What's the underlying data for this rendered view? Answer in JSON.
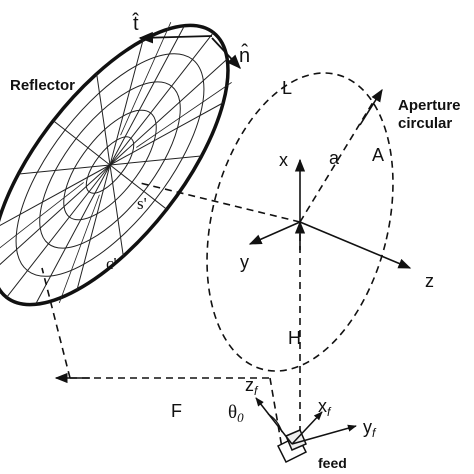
{
  "labels": {
    "t_hat": "t̂",
    "n_hat": "n̂",
    "reflector": "Reflector",
    "L": "L",
    "aperture_line1": "Aperture",
    "aperture_line2": "circular",
    "x": "x",
    "a": "a",
    "A": "A",
    "s": "s'",
    "c": "c'",
    "y": "y",
    "z": "z",
    "H": "H",
    "F": "F",
    "theta0": "θ",
    "theta0_sub": "0",
    "zf": "z",
    "zf_sub": "f",
    "xf": "x",
    "xf_sub": "f",
    "yf": "y",
    "yf_sub": "f",
    "feed": "feed"
  }
}
